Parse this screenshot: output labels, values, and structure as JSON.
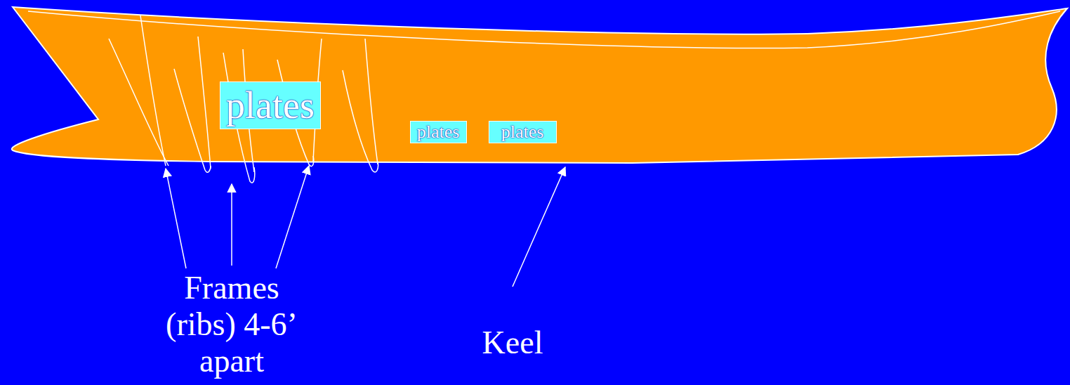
{
  "diagram": {
    "nodes": [
      {
        "text": [
          "plates"
        ]
      },
      {
        "text": [
          "plates"
        ]
      },
      {
        "text": [
          "plates"
        ]
      }
    ],
    "labels": [
      "Frames (ribs) 4-6’ apart",
      "Keel"
    ]
  }
}
